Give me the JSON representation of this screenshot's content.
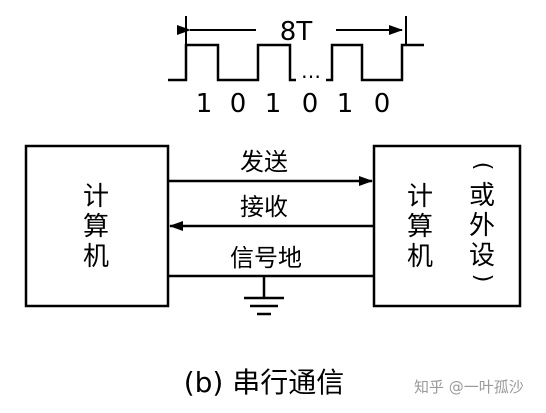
{
  "waveform": {
    "period_label": "8T",
    "bits": [
      "1",
      "0",
      "1",
      "0",
      "1",
      "0"
    ],
    "ellipsis": "…"
  },
  "left_box": {
    "lines": [
      "计",
      "算",
      "机"
    ]
  },
  "right_box": {
    "lines": [
      "计",
      "算",
      "机"
    ],
    "note_lines": [
      "(",
      "或",
      "外",
      "设",
      ")"
    ]
  },
  "lines": {
    "send": "发送",
    "receive": "接收",
    "ground": "信号地"
  },
  "caption": "(b) 串行通信",
  "watermark": "知乎 @一叶孤沙"
}
